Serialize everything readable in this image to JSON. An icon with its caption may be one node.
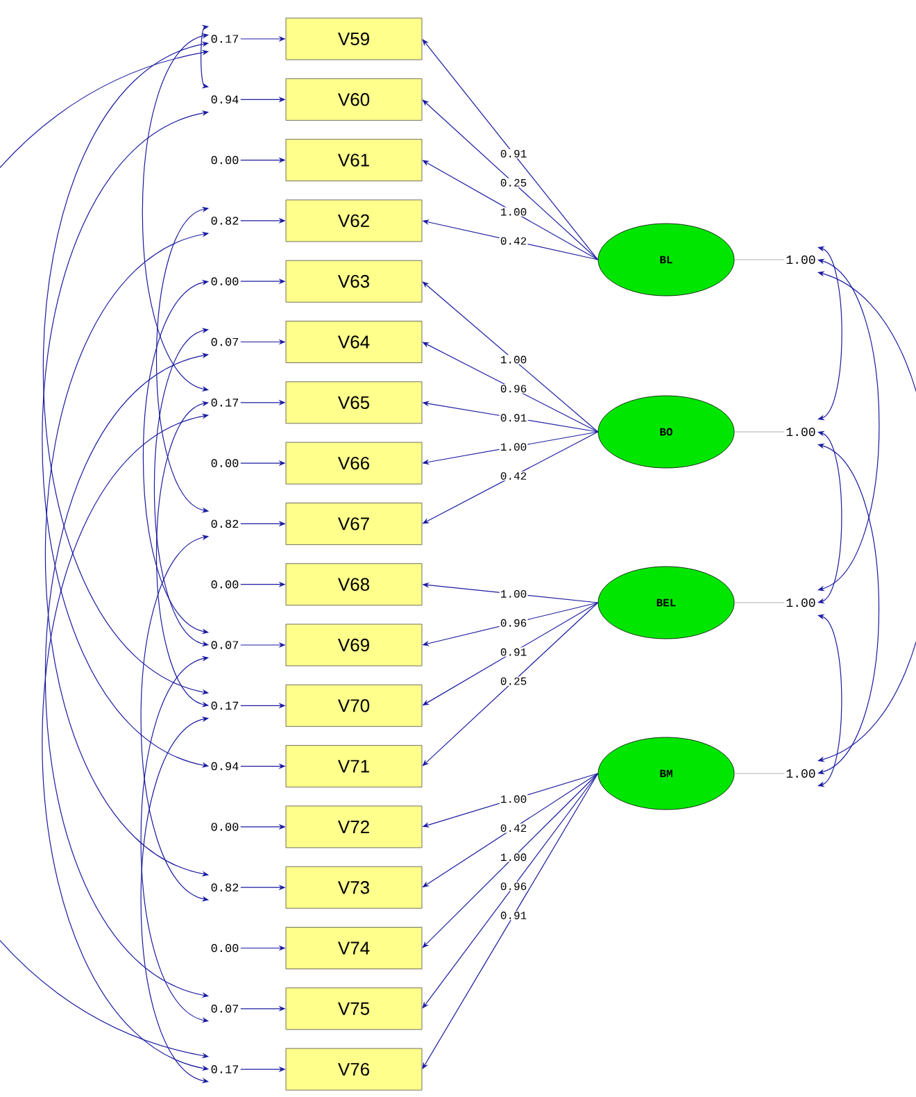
{
  "diagram": {
    "nodes": [
      {
        "text": [
          "V59"
        ]
      },
      {
        "text": [
          "V60"
        ]
      },
      {
        "text": [
          "V61"
        ]
      },
      {
        "text": [
          "V62"
        ]
      },
      {
        "text": [
          "V63"
        ]
      },
      {
        "text": [
          "V64"
        ]
      },
      {
        "text": [
          "V65"
        ]
      },
      {
        "text": [
          "V66"
        ]
      },
      {
        "text": [
          "V67"
        ]
      },
      {
        "text": [
          "V68"
        ]
      },
      {
        "text": [
          "V69"
        ]
      },
      {
        "text": [
          "V70"
        ]
      },
      {
        "text": [
          "V71"
        ]
      },
      {
        "text": [
          "V72"
        ]
      },
      {
        "text": [
          "V73"
        ]
      },
      {
        "text": [
          "V74"
        ]
      },
      {
        "text": [
          "V75"
        ]
      },
      {
        "text": [
          "V76"
        ]
      },
      {
        "text": [
          "0.17"
        ]
      },
      {
        "text": [
          "0.94"
        ]
      },
      {
        "text": [
          "0.00"
        ]
      },
      {
        "text": [
          "0.82"
        ]
      },
      {
        "text": [
          "0.00"
        ]
      },
      {
        "text": [
          "0.07"
        ]
      },
      {
        "text": [
          "0.17"
        ]
      },
      {
        "text": [
          "0.00"
        ]
      },
      {
        "text": [
          "0.82"
        ]
      },
      {
        "text": [
          "0.00"
        ]
      },
      {
        "text": [
          "0.07"
        ]
      },
      {
        "text": [
          "0.17"
        ]
      },
      {
        "text": [
          "0.94"
        ]
      },
      {
        "text": [
          "0.00"
        ]
      },
      {
        "text": [
          "0.82"
        ]
      },
      {
        "text": [
          "0.00"
        ]
      },
      {
        "text": [
          "0.07"
        ]
      },
      {
        "text": [
          "0.17"
        ]
      },
      {
        "text": [
          "BL"
        ]
      },
      {
        "text": [
          "BO"
        ]
      },
      {
        "text": [
          "BEL"
        ]
      },
      {
        "text": [
          "BM"
        ]
      },
      {
        "text": [
          "1.00"
        ]
      },
      {
        "text": [
          "1.00"
        ]
      },
      {
        "text": [
          "1.00"
        ]
      },
      {
        "text": [
          "1.00"
        ]
      }
    ],
    "edges": [
      {
        "from": 36,
        "to": 0,
        "arrow": "to",
        "label": "0.91"
      },
      {
        "from": 36,
        "to": 1,
        "arrow": "to",
        "label": "0.25"
      },
      {
        "from": 36,
        "to": 2,
        "arrow": "to",
        "label": "1.00"
      },
      {
        "from": 36,
        "to": 3,
        "arrow": "to",
        "label": "0.42"
      },
      {
        "from": 37,
        "to": 4,
        "arrow": "to",
        "label": "1.00"
      },
      {
        "from": 37,
        "to": 5,
        "arrow": "to",
        "label": "0.96"
      },
      {
        "from": 37,
        "to": 6,
        "arrow": "to",
        "label": "0.91"
      },
      {
        "from": 37,
        "to": 7,
        "arrow": "to",
        "label": "1.00"
      },
      {
        "from": 37,
        "to": 8,
        "arrow": "to",
        "label": "0.42"
      },
      {
        "from": 38,
        "to": 9,
        "arrow": "to",
        "label": "1.00"
      },
      {
        "from": 38,
        "to": 10,
        "arrow": "to",
        "label": "0.96"
      },
      {
        "from": 38,
        "to": 11,
        "arrow": "to",
        "label": "0.91"
      },
      {
        "from": 38,
        "to": 12,
        "arrow": "to",
        "label": "0.25"
      },
      {
        "from": 39,
        "to": 13,
        "arrow": "to",
        "label": "1.00"
      },
      {
        "from": 39,
        "to": 14,
        "arrow": "to",
        "label": "0.42"
      },
      {
        "from": 39,
        "to": 15,
        "arrow": "to",
        "label": "1.00"
      },
      {
        "from": 39,
        "to": 16,
        "arrow": "to",
        "label": "0.96"
      },
      {
        "from": 39,
        "to": 17,
        "arrow": "to",
        "label": "0.91"
      },
      {
        "from": 18,
        "to": 0,
        "arrow": "to"
      },
      {
        "from": 19,
        "to": 1,
        "arrow": "to"
      },
      {
        "from": 20,
        "to": 2,
        "arrow": "to"
      },
      {
        "from": 21,
        "to": 3,
        "arrow": "to"
      },
      {
        "from": 22,
        "to": 4,
        "arrow": "to"
      },
      {
        "from": 23,
        "to": 5,
        "arrow": "to"
      },
      {
        "from": 24,
        "to": 6,
        "arrow": "to"
      },
      {
        "from": 25,
        "to": 7,
        "arrow": "to"
      },
      {
        "from": 26,
        "to": 8,
        "arrow": "to"
      },
      {
        "from": 27,
        "to": 9,
        "arrow": "to"
      },
      {
        "from": 28,
        "to": 10,
        "arrow": "to"
      },
      {
        "from": 29,
        "to": 11,
        "arrow": "to"
      },
      {
        "from": 30,
        "to": 12,
        "arrow": "to"
      },
      {
        "from": 31,
        "to": 13,
        "arrow": "to"
      },
      {
        "from": 32,
        "to": 14,
        "arrow": "to"
      },
      {
        "from": 33,
        "to": 15,
        "arrow": "to"
      },
      {
        "from": 34,
        "to": 16,
        "arrow": "to"
      },
      {
        "from": 35,
        "to": 17,
        "arrow": "to"
      },
      {
        "from": 18,
        "to": 19,
        "arrow": "both"
      },
      {
        "from": 18,
        "to": 24,
        "arrow": "both"
      },
      {
        "from": 18,
        "to": 29,
        "arrow": "both"
      },
      {
        "from": 18,
        "to": 35,
        "arrow": "both"
      },
      {
        "from": 19,
        "to": 30,
        "arrow": "both"
      },
      {
        "from": 24,
        "to": 29,
        "arrow": "both"
      },
      {
        "from": 24,
        "to": 35,
        "arrow": "both"
      },
      {
        "from": 29,
        "to": 35,
        "arrow": "both"
      },
      {
        "from": 21,
        "to": 26,
        "arrow": "both"
      },
      {
        "from": 21,
        "to": 32,
        "arrow": "both"
      },
      {
        "from": 26,
        "to": 32,
        "arrow": "both"
      },
      {
        "from": 23,
        "to": 28,
        "arrow": "both"
      },
      {
        "from": 23,
        "to": 34,
        "arrow": "both"
      },
      {
        "from": 28,
        "to": 34,
        "arrow": "both"
      },
      {
        "from": 22,
        "to": 28,
        "arrow": "both"
      },
      {
        "from": 36,
        "to": 40,
        "arrow": "none",
        "color": "#b0b0b0"
      },
      {
        "from": 37,
        "to": 41,
        "arrow": "none",
        "color": "#b0b0b0"
      },
      {
        "from": 38,
        "to": 42,
        "arrow": "none",
        "color": "#b0b0b0"
      },
      {
        "from": 39,
        "to": 43,
        "arrow": "none",
        "color": "#b0b0b0"
      },
      {
        "from": 40,
        "to": 41,
        "arrow": "both"
      },
      {
        "from": 40,
        "to": 42,
        "arrow": "both"
      },
      {
        "from": 40,
        "to": 43,
        "arrow": "both"
      },
      {
        "from": 41,
        "to": 42,
        "arrow": "both"
      },
      {
        "from": 41,
        "to": 43,
        "arrow": "both"
      },
      {
        "from": 42,
        "to": 43,
        "arrow": "both"
      }
    ]
  }
}
